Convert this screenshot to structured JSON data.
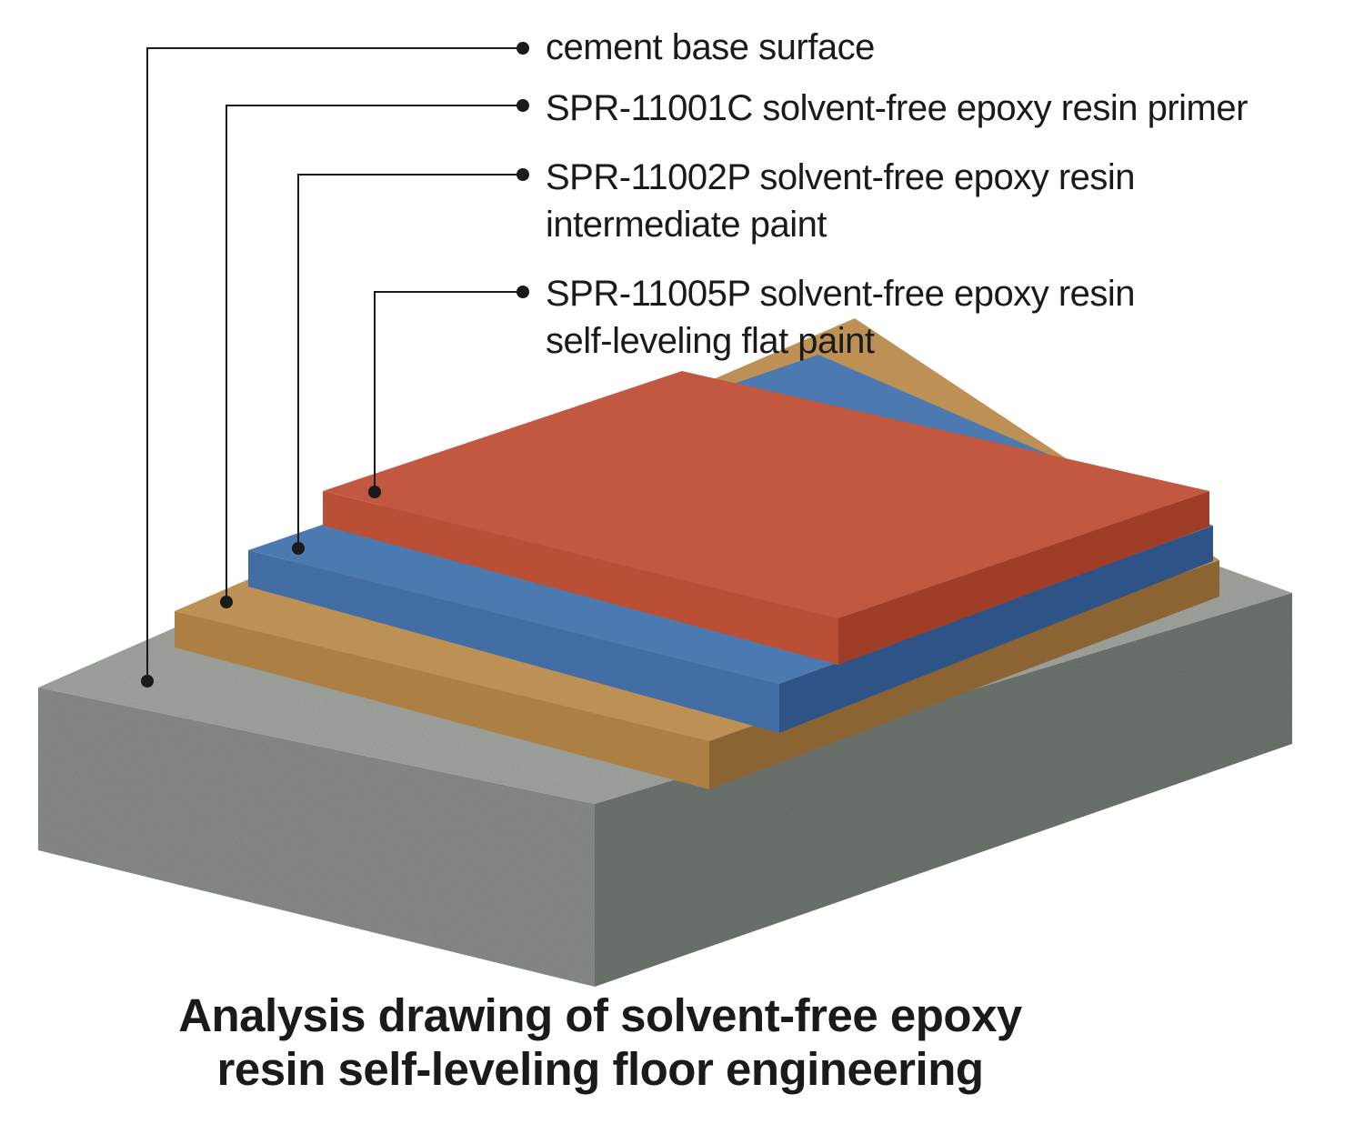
{
  "layers": [
    {
      "label_lines": [
        "cement base surface"
      ],
      "color": "#9a9d97"
    },
    {
      "label_lines": [
        "SPR-11001C solvent-free epoxy resin primer"
      ],
      "color": "#b8874a"
    },
    {
      "label_lines": [
        "SPR-11002P solvent-free epoxy resin",
        "intermediate paint"
      ],
      "color": "#4a78b0"
    },
    {
      "label_lines": [
        "SPR-11005P solvent-free epoxy resin",
        "self-leveling flat paint"
      ],
      "color": "#c24e38"
    }
  ],
  "caption": {
    "line1": "Analysis drawing of solvent-free epoxy",
    "line2": "resin self-leveling floor engineering"
  },
  "colors": {
    "leader_line": "#1a1a1a",
    "text": "#1a1a1a",
    "background": "#ffffff"
  }
}
